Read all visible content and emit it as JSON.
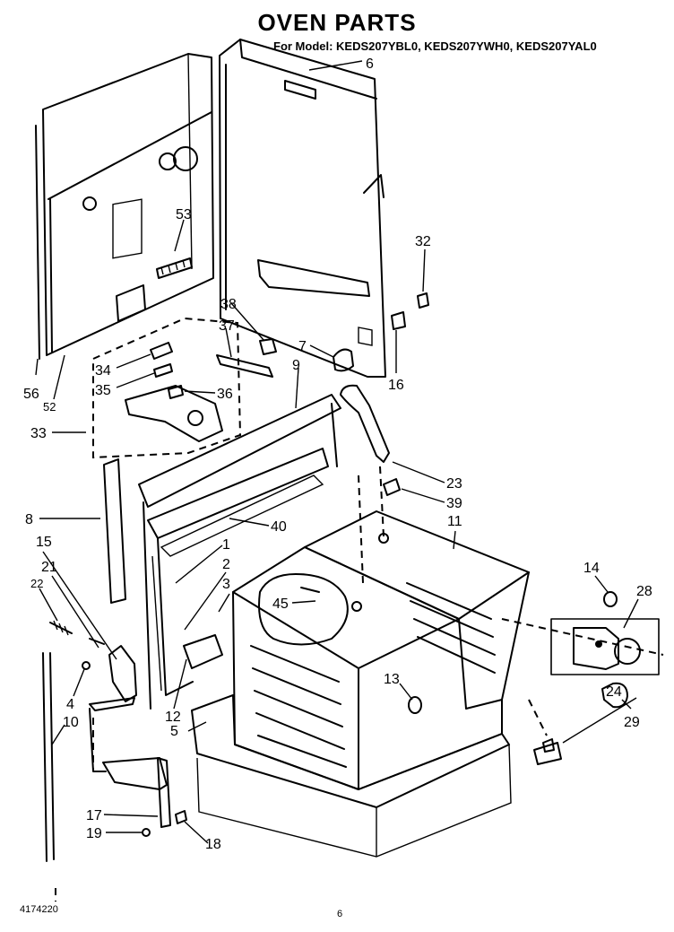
{
  "title": "OVEN PARTS",
  "subtitle": "For Model: KEDS207YBL0, KEDS207YWH0, KEDS207YAL0",
  "footer_code": "4174220",
  "page_number": "6",
  "callouts": {
    "c6": "6",
    "c53": "53",
    "c32": "32",
    "c38": "38",
    "c37": "37",
    "c7": "7",
    "c9": "9",
    "c16": "16",
    "c34": "34",
    "c35": "35",
    "c36": "36",
    "c56": "56",
    "c52": "52",
    "c33": "33",
    "c23": "23",
    "c39": "39",
    "c11": "11",
    "c8": "8",
    "c40": "40",
    "c15": "15",
    "c1": "1",
    "c21": "21",
    "c2": "2",
    "c22": "22",
    "c3": "3",
    "c45": "45",
    "c14": "14",
    "c28": "28",
    "c13": "13",
    "c24": "24",
    "c4": "4",
    "c12": "12",
    "c29": "29",
    "c10": "10",
    "c5": "5",
    "c17": "17",
    "c19": "19",
    "c18": "18"
  }
}
